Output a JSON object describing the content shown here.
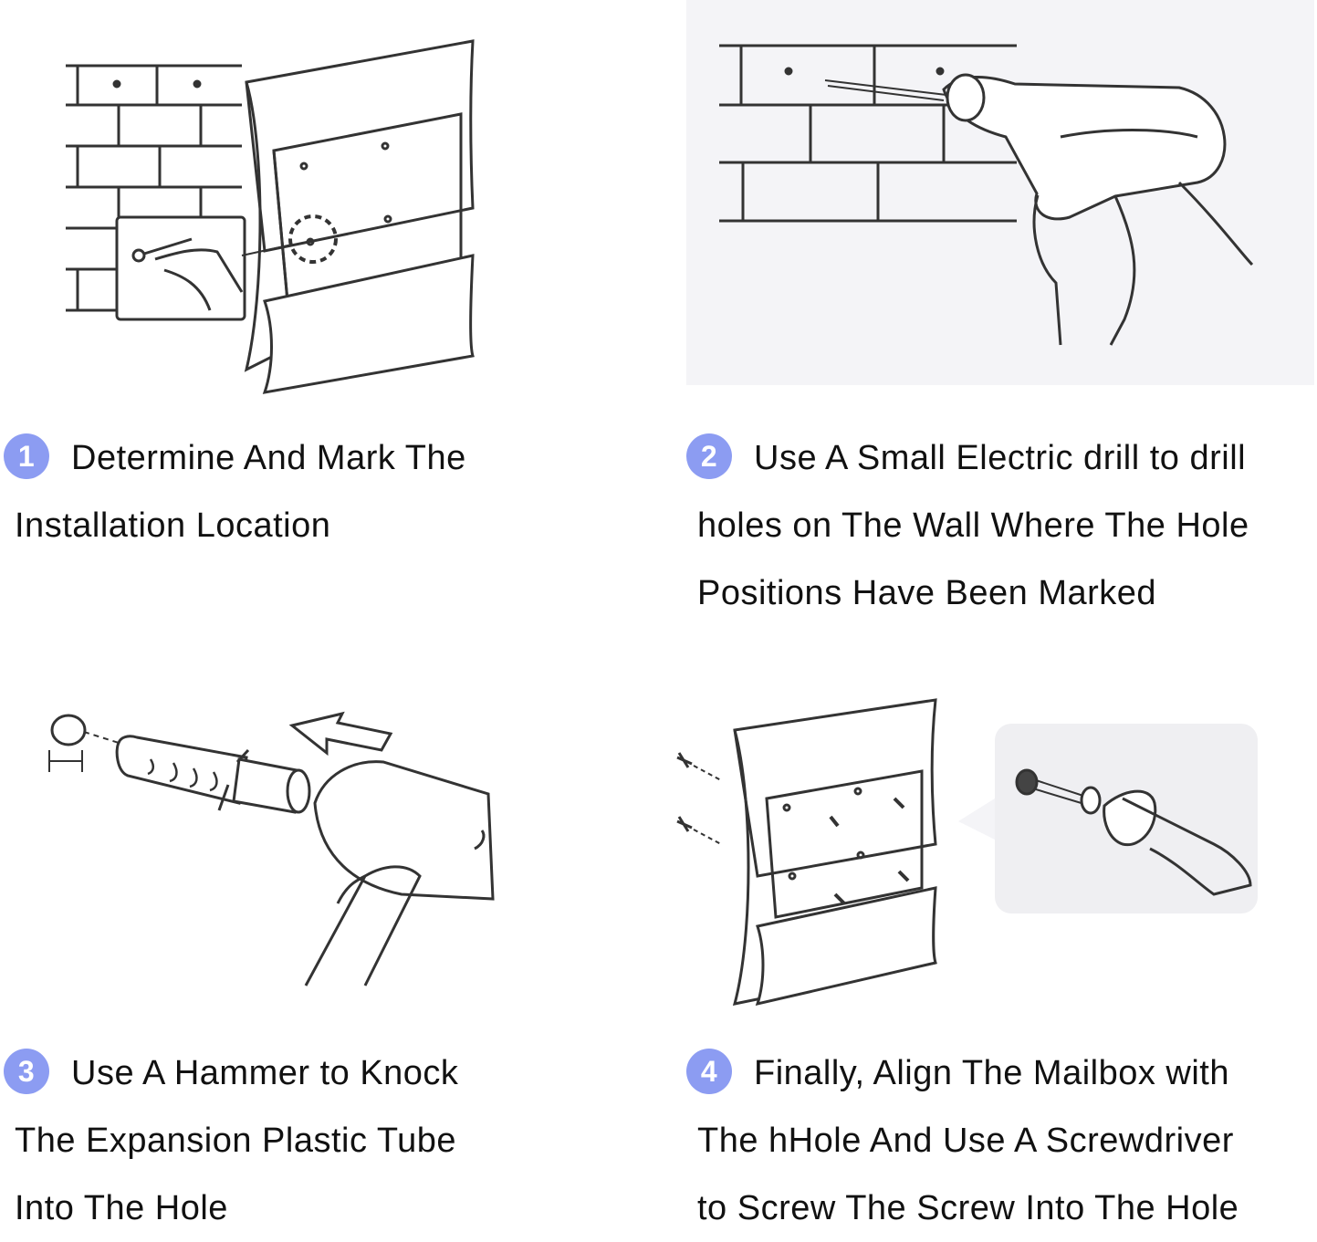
{
  "steps": [
    {
      "number": "1",
      "lines": [
        "Determine And Mark The",
        "Installation Location"
      ],
      "illustration": "mark-wall-icon"
    },
    {
      "number": "2",
      "lines": [
        "Use A Small Electric drill to drill",
        "holes on The Wall Where The Hole",
        "Positions Have Been Marked"
      ],
      "illustration": "electric-drill-icon"
    },
    {
      "number": "3",
      "lines": [
        "Use A Hammer to Knock",
        "The Expansion Plastic Tube",
        "Into The Hole"
      ],
      "illustration": "hammer-anchor-icon"
    },
    {
      "number": "4",
      "lines": [
        "Finally, Align The Mailbox with",
        "The hHole And Use A Screwdriver",
        "to Screw The Screw Into The Hole"
      ],
      "illustration": "screwdriver-mailbox-icon"
    }
  ],
  "colors": {
    "badge": "#8c9cf2",
    "line": "#333333",
    "panel": "#f4f4f7"
  }
}
